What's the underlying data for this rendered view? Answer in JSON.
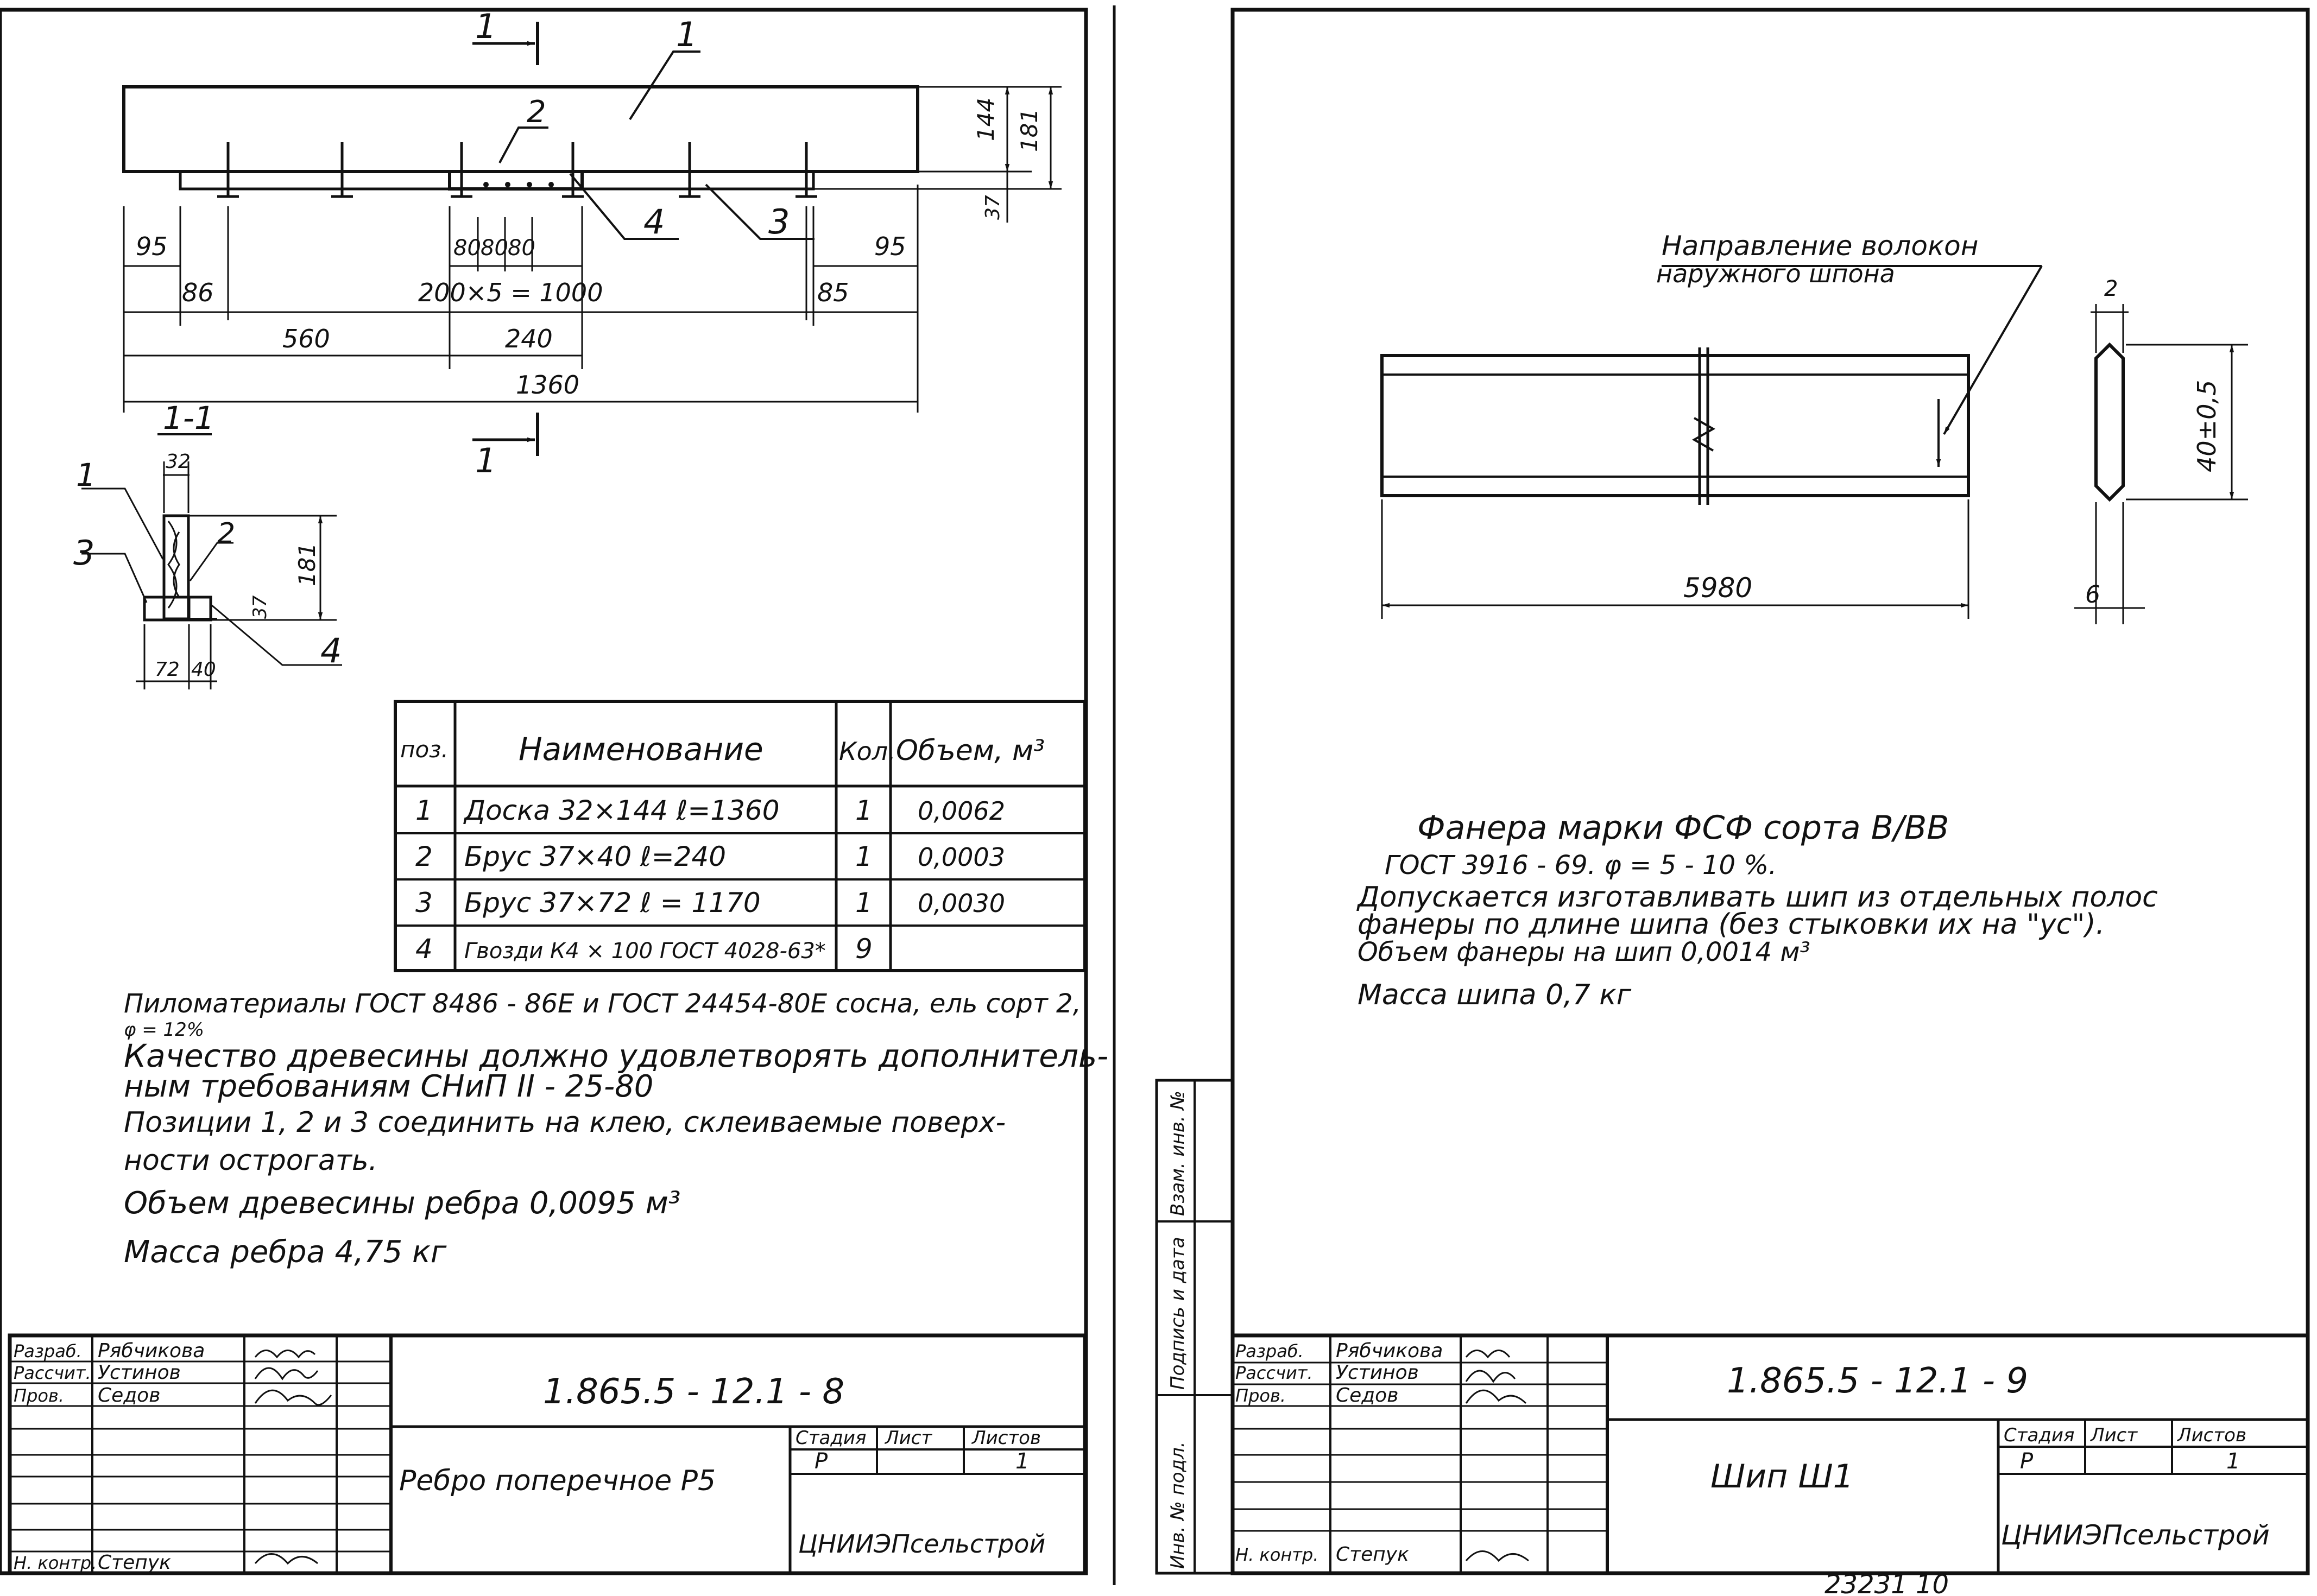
{
  "sheet8": {
    "section_marker_top": "1",
    "section_marker_bottom": "1",
    "callouts": {
      "c1": "1",
      "c2": "2",
      "c3": "3",
      "c4": "4"
    },
    "dims": {
      "d144": "144",
      "d181": "181",
      "d37": "37",
      "d95a": "95",
      "d95b": "95",
      "d86": "86",
      "d85": "85",
      "d80a": "80",
      "d80b": "80",
      "d80c": "80",
      "d200": "200×5 = 1000",
      "d560": "560",
      "d240": "240",
      "d1360": "1360"
    },
    "section": {
      "title": "1-1",
      "d32": "32",
      "d181": "181",
      "d37": "37",
      "d72": "72",
      "d40": "40",
      "c1": "1",
      "c2": "2",
      "c3": "3",
      "c4": "4"
    },
    "spec_table": {
      "headers": [
        "поз.",
        "Наименование",
        "Кол.",
        "Объем, м³"
      ],
      "rows": [
        [
          "1",
          "Доска 32×144   ℓ=1360",
          "1",
          "0,0062"
        ],
        [
          "2",
          "Брус 37×40     ℓ=240",
          "1",
          "0,0003"
        ],
        [
          "3",
          "Брус 37×72    ℓ = 1170",
          "1",
          "0,0030"
        ],
        [
          "4",
          "Гвозди К4 × 100 ГОСТ 4028-63*",
          "9",
          ""
        ]
      ]
    },
    "notes": [
      "Пиломатериалы ГОСТ 8486 - 86Е и ГОСТ 24454-80Е сосна, ель сорт 2,",
      "φ = 12%",
      "Качество древесины должно удовлетворять дополнитель-",
      "ным требованиям СНиП II - 25-80",
      "Позиции 1, 2 и 3 соединить на клею, склеиваемые поверх-",
      "ности остpогать.",
      "Объем древесины ребра 0,0095 м³",
      "Масса ребра 4,75 кг"
    ],
    "title_block": {
      "roles": [
        "Разраб.",
        "Рассчит.",
        "Пров.",
        "",
        "",
        "Н. контр."
      ],
      "names": [
        "Рябчикова",
        "Устинов",
        "Седов",
        "",
        "",
        "Степук"
      ],
      "designation": "1.865.5 - 12.1 - 8",
      "title": "Ребро поперечное  Р5",
      "stage_header": "Стадия",
      "sheet_header": "Лист",
      "sheets_header": "Листов",
      "stage": "Р",
      "sheets": "1",
      "org": "ЦНИИЭПсельстрой"
    }
  },
  "sheet9": {
    "fiber_label_1": "Направление волокон",
    "fiber_label_2": "наружного шпона",
    "dims": {
      "d2": "2",
      "d40": "40±0,5",
      "d5980": "5980",
      "d6": "6"
    },
    "notes": [
      "Фанера марки ФСФ сорта В/ВВ",
      "ГОСТ 3916 - 69.  φ = 5 - 10 %.",
      "Допускается изготавливать шип из отдельных полос",
      "фанеры по длине шипа (без стыковки их на \"ус\").",
      "Объем фанеры на шип 0,0014 м³",
      "Масса шипа 0,7 кг"
    ],
    "side_stamp": [
      "Инв. № подл.",
      "Подпись и дата",
      "Взам. инв. №"
    ],
    "title_block": {
      "roles": [
        "Разраб.",
        "Рассчит.",
        "Пров.",
        "",
        "",
        "Н. контр."
      ],
      "names": [
        "Рябчикова",
        "Устинов",
        "Седов",
        "",
        "",
        "Степук"
      ],
      "designation": "1.865.5 - 12.1 - 9",
      "title": "Шип  Ш1",
      "stage_header": "Стадия",
      "sheet_header": "Лист",
      "sheets_header": "Листов",
      "stage": "Р",
      "sheets": "1",
      "org": "ЦНИИЭПсельстрой"
    },
    "footer_number": "23231   10"
  }
}
